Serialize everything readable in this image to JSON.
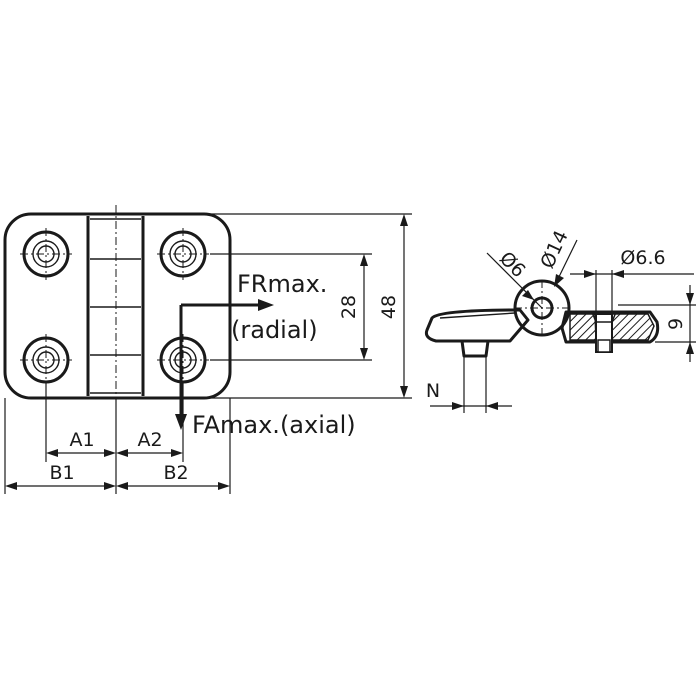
{
  "labels": {
    "dim_28": "28",
    "dim_48": "48",
    "dim_a1": "A1",
    "dim_a2": "A2",
    "dim_b1": "B1",
    "dim_b2": "B2",
    "force_radial_1": "FRmax.",
    "force_radial_2": "(radial)",
    "force_axial": "FAmax.(axial)",
    "dia_6": "Ø6",
    "dia_14": "Ø14",
    "dia_6_6": "Ø6.6",
    "dim_9": "9",
    "dim_n": "N"
  }
}
